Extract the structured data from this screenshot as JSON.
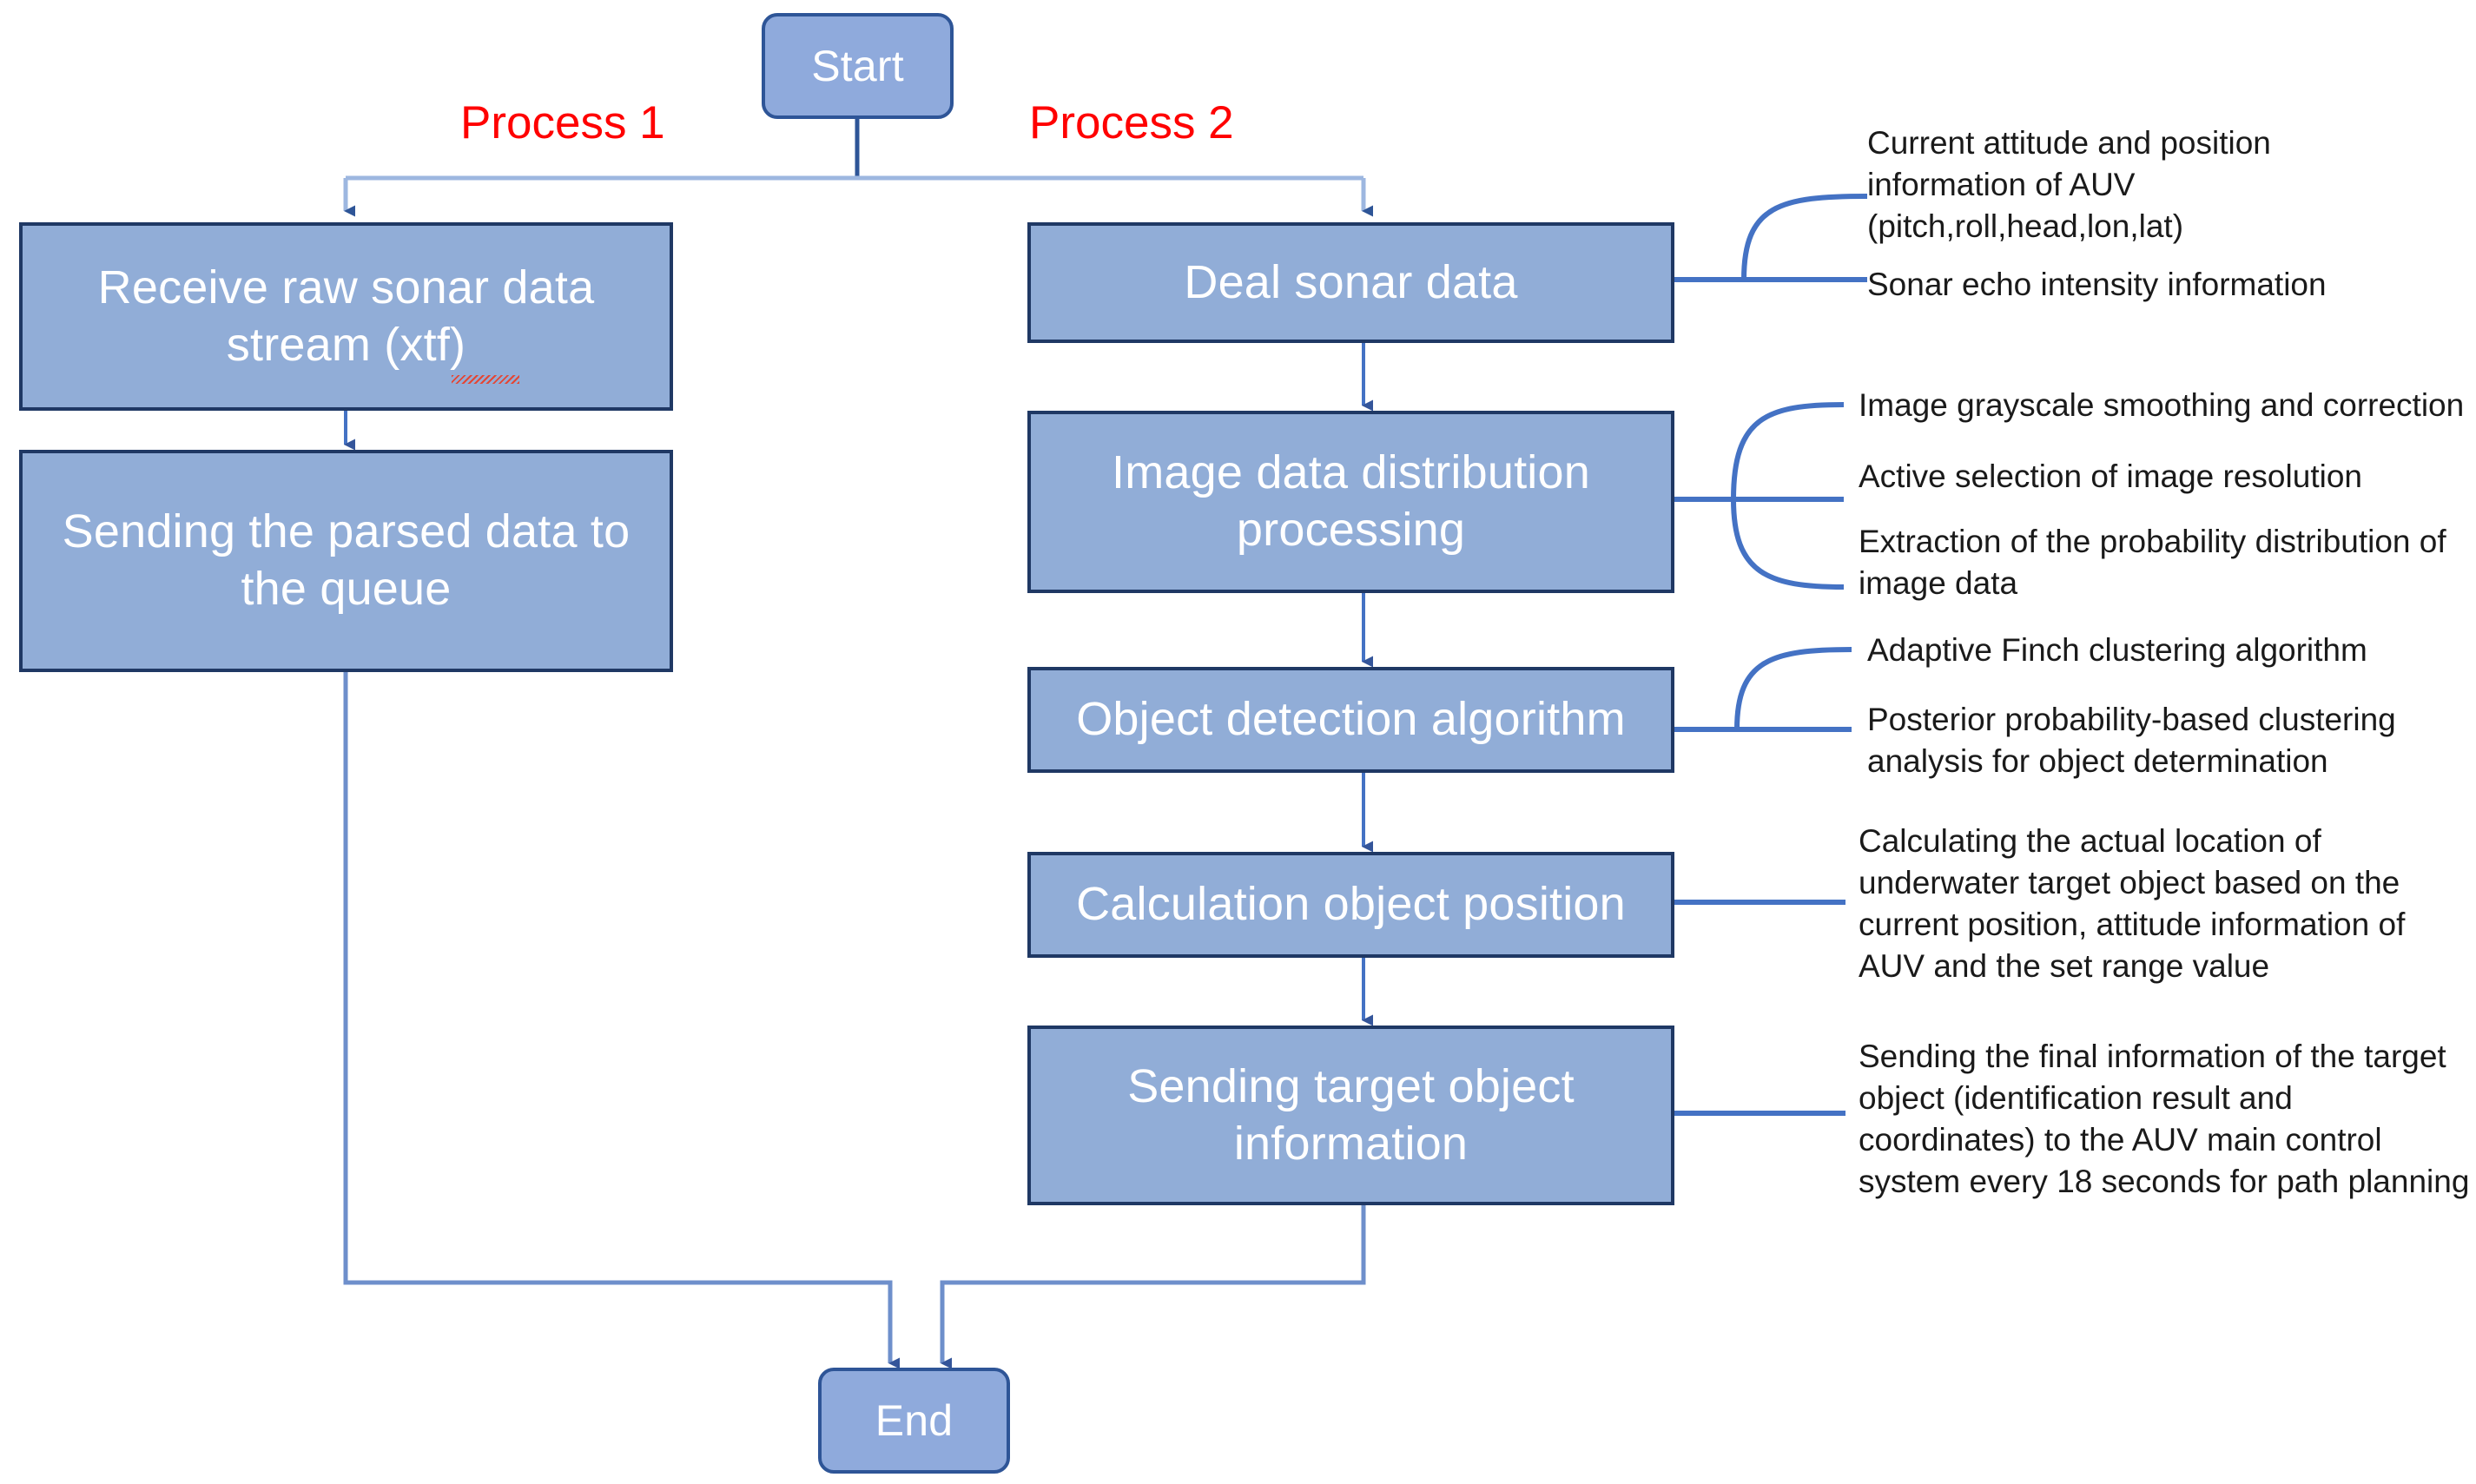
{
  "diagram": {
    "title": "AUV side-scan sonar object detection flowchart",
    "colors": {
      "node_fill": "#91ADD7",
      "node_border": "#1F3864",
      "terminator_fill": "#8FAADC",
      "terminator_border": "#2E5597",
      "connector": "#4472C4",
      "connector_light": "#9DB7E0",
      "process_label": "#FF0000",
      "note_text": "#1A1A1A",
      "node_text": "#FFFFFF",
      "background": "#FFFFFF"
    },
    "terminators": {
      "start": "Start",
      "end": "End"
    },
    "branch_labels": {
      "left": "Process  1",
      "right": "Process  2"
    },
    "process_1": {
      "steps": [
        {
          "id": "receive-raw-sonar",
          "label": "Receive raw sonar data\nstream (xtf)",
          "misspelled_token": "xtf"
        },
        {
          "id": "send-parsed-queue",
          "label": "Sending the parsed data to\nthe queue"
        }
      ]
    },
    "process_2": {
      "steps": [
        {
          "id": "deal-sonar-data",
          "label": "Deal sonar data",
          "notes": [
            "Current attitude and position\ninformation of AUV\n(pitch,roll,head,lon,lat)",
            "Sonar echo intensity information"
          ]
        },
        {
          "id": "image-data-distribution",
          "label": "Image data distribution\nprocessing",
          "notes": [
            "Image grayscale smoothing and correction",
            "Active selection of image resolution",
            "Extraction of the probability distribution of\nimage data"
          ]
        },
        {
          "id": "object-detection-algorithm",
          "label": "Object detection algorithm",
          "notes": [
            "Adaptive Finch clustering algorithm",
            "Posterior probability-based clustering\nanalysis for object determination"
          ]
        },
        {
          "id": "calculation-object-position",
          "label": "Calculation object position",
          "notes": [
            "Calculating the actual location of\nunderwater target object based on the\ncurrent position, attitude information of\nAUV and the set range value"
          ]
        },
        {
          "id": "sending-target-object-information",
          "label": "Sending target object\ninformation",
          "notes": [
            "Sending the final information of the target\nobject (identification result and\ncoordinates) to the AUV main control\nsystem every 18 seconds for path planning"
          ]
        }
      ]
    }
  }
}
